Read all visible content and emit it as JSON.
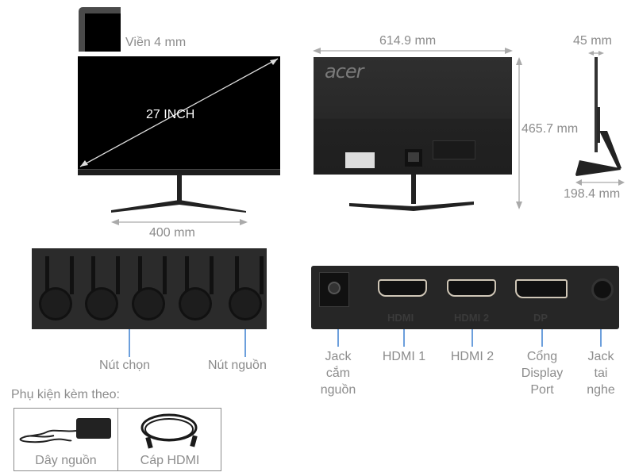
{
  "front_view": {
    "bezel_label": "Viền 4 mm",
    "screen_size_label": "27 INCH",
    "stand_width_label": "400 mm"
  },
  "rear_view": {
    "brand_logo": "acer",
    "width_label": "614.9 mm",
    "height_label": "465.7 mm"
  },
  "side_view": {
    "depth_top_label": "45 mm",
    "base_depth_label": "198.4 mm"
  },
  "buttons_panel": {
    "select_buttons_label": "Nút chọn",
    "power_button_label": "Nút nguồn",
    "select_button_count": 4,
    "highlight_color": "#3a7fd0"
  },
  "ports_panel": {
    "ports": [
      {
        "name": "power-jack",
        "line1": "Jack",
        "line2": "cắm",
        "line3": "nguồn"
      },
      {
        "name": "hdmi-1",
        "line1": "HDMI 1"
      },
      {
        "name": "hdmi-2",
        "line1": "HDMI 2"
      },
      {
        "name": "displayport",
        "line1": "Cổng",
        "line2": "Display",
        "line3": "Port"
      },
      {
        "name": "headphone-jack",
        "line1": "Jack",
        "line2": "tai",
        "line3": "nghe"
      }
    ],
    "port_silkscreen": [
      "HDMI",
      "HDMI 2",
      "DP"
    ]
  },
  "accessories": {
    "title": "Phụ kiện kèm theo:",
    "items": [
      {
        "label": "Dây nguồn",
        "icon": "power-adapter-icon"
      },
      {
        "label": "Cáp HDMI",
        "icon": "hdmi-cable-icon"
      }
    ]
  }
}
